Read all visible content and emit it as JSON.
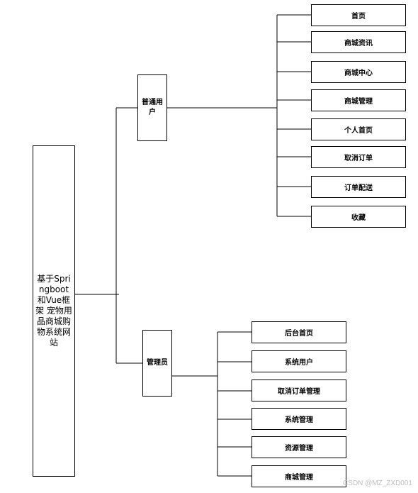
{
  "root": {
    "label": "基于Springboot和Vue框架 宠物用品商城购物系统网站"
  },
  "groups": [
    {
      "label": "普通用户",
      "items": [
        "首页",
        "商城资讯",
        "商城中心",
        "商城管理",
        "个人首页",
        "取消订单",
        "订单配送",
        "收藏"
      ]
    },
    {
      "label": "管理员",
      "items": [
        "后台首页",
        "系统用户",
        "取消订单管理",
        "系统管理",
        "资源管理",
        "商城管理"
      ]
    }
  ],
  "watermark": "CSDN @MZ_ZXD001"
}
